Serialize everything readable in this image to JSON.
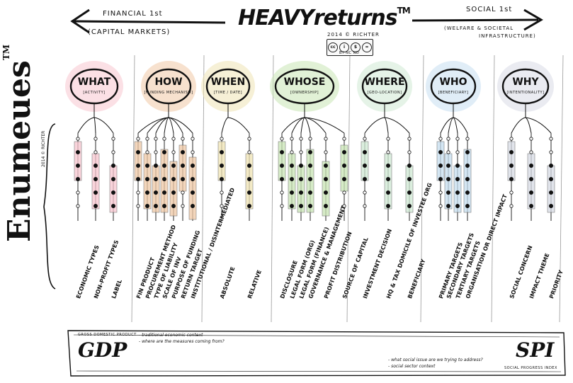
{
  "header": {
    "title": "HEAVYreturns",
    "title_tm": "TM",
    "subtitle": "2014 © RICHTER",
    "license_badge": "BY NC ND",
    "left_arrow_line1": "FINANCIAL 1st",
    "left_arrow_line2": "(CAPITAL MARKETS)",
    "right_arrow_line1": "SOCIAL 1st",
    "right_arrow_line2": "(WELFARE & SOCIETAL",
    "right_arrow_line3": "INFRASTRUCTURE)"
  },
  "side": {
    "title": "Enumeues",
    "title_tm": "TM",
    "credit": "2014 © RICHTER"
  },
  "columns": [
    {
      "label": "WHAT",
      "sub": "[ACTIVITY]",
      "color": "#f7c6cf",
      "items": [
        "ECONOMIC TYPES",
        "NON-PROFIT TYPES",
        "LABEL"
      ]
    },
    {
      "label": "HOW",
      "sub": "[FUNDING MECHANISM]",
      "color": "#f6d4b4",
      "items": [
        "FIN PRODUCT",
        "PROCUREMENT METHOD",
        "TYPE OF LIABILITY",
        "SCALE OF INV",
        "PURPOSE OF FUNDING",
        "RETURN TARGET",
        "INSTITUTIONAL / DISINTERMEDIATED"
      ]
    },
    {
      "label": "WHEN",
      "sub": "[TIME / DATE]",
      "color": "#f7e8b8",
      "items": [
        "ABSOLUTE",
        "RELATIVE"
      ]
    },
    {
      "label": "WHOSE",
      "sub": "[OWNERSHIP]",
      "color": "#dcefc4",
      "items": [
        "DISCLOSURE",
        "LEGAL FORM (ORG)",
        "LEGAL FORM (FINANCE)",
        "GOVERNANCE & MANAGEMENT",
        "PROFIT DISTRIBUTION",
        "SOURCE OF CAPITAL"
      ]
    },
    {
      "label": "WHERE",
      "sub": "[GEO-LOCATION]",
      "color": "#cfe9d3",
      "items": [
        "INVESTMENT DECISION",
        "HQ & TAX DOMICILE OF INVESTEE ORG",
        "BENEFICIARY"
      ]
    },
    {
      "label": "WHO",
      "sub": "[BENEFICIARY]",
      "color": "#cde6f6",
      "items": [
        "PRIMARY TARGETS",
        "SECONDARY TARGETS",
        "TERTIARY TARGETS",
        "ORGANISATION OR DIRECT IMPACT"
      ]
    },
    {
      "label": "WHY",
      "sub": "[INTENTIONALITY]",
      "color": "#dfe2f3",
      "items": [
        "SOCIAL CONCERN",
        "IMPACT THEME",
        "PRIORITY"
      ]
    }
  ],
  "footer": {
    "left_caption": "GROSS DOMESTIC PRODUCT",
    "left_note1": "- traditional economic context",
    "left_note2": "- where are the measures coming from?",
    "left_big": "GDP",
    "right_big": "SPI",
    "right_note1": "- what social issue are we trying to address?",
    "right_note2": "- social sector context",
    "right_caption": "SOCIAL PROGRESS INDEX"
  },
  "colors": {
    "ink": "#111111",
    "fill_pink": "#f7c6cf",
    "fill_orange": "#f0c9a6",
    "fill_yellow": "#efe3b4",
    "fill_green": "#c9e5b5",
    "fill_blue": "#c6def0",
    "fill_grey": "#d8dbe5"
  }
}
